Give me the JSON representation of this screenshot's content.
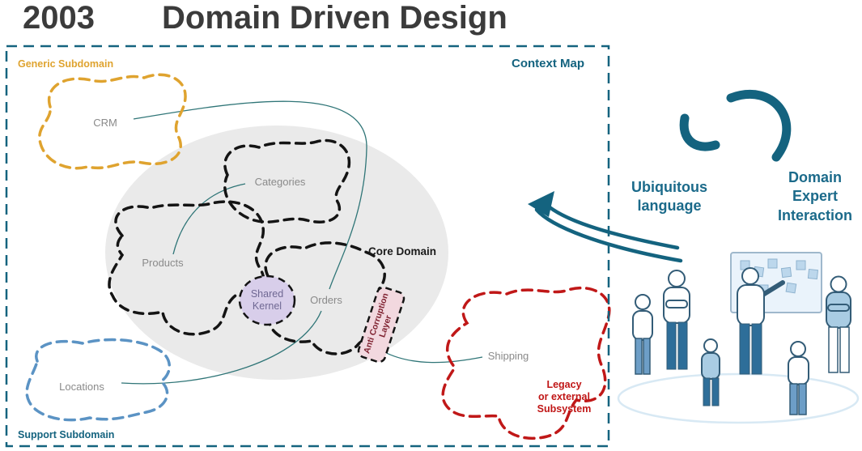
{
  "title": {
    "year": "2003",
    "text": "Domain Driven Design"
  },
  "context_map": {
    "title": "Context Map",
    "generic_subdomain_label": "Generic Subdomain",
    "support_subdomain_label": "Support Subdomain",
    "core_domain_label": "Core Domain",
    "nodes": {
      "crm": "CRM",
      "categories": "Categories",
      "products": "Products",
      "orders": "Orders",
      "shared_kernel": "Shared\nKernel",
      "anti_corruption_layer": "Anti Corruption\nLayer",
      "locations": "Locations",
      "shipping": "Shipping",
      "legacy_label": "Legacy\nor external\nSubsystem"
    }
  },
  "annotations": {
    "ubiquitous_language": "Ubiquitous\nlanguage",
    "domain_expert_interaction": "Domain\nExpert\nInteraction"
  },
  "colors": {
    "teal": "#14637F",
    "orange": "#DFA32F",
    "support_blue": "#5B93C4",
    "legacy_red": "#C01818",
    "gray_text": "#8A8A8A",
    "core_domain_fill": "#EAEAEA",
    "shared_kernel_fill": "#D8CEEA",
    "acl_fill": "#F2D8DF"
  }
}
